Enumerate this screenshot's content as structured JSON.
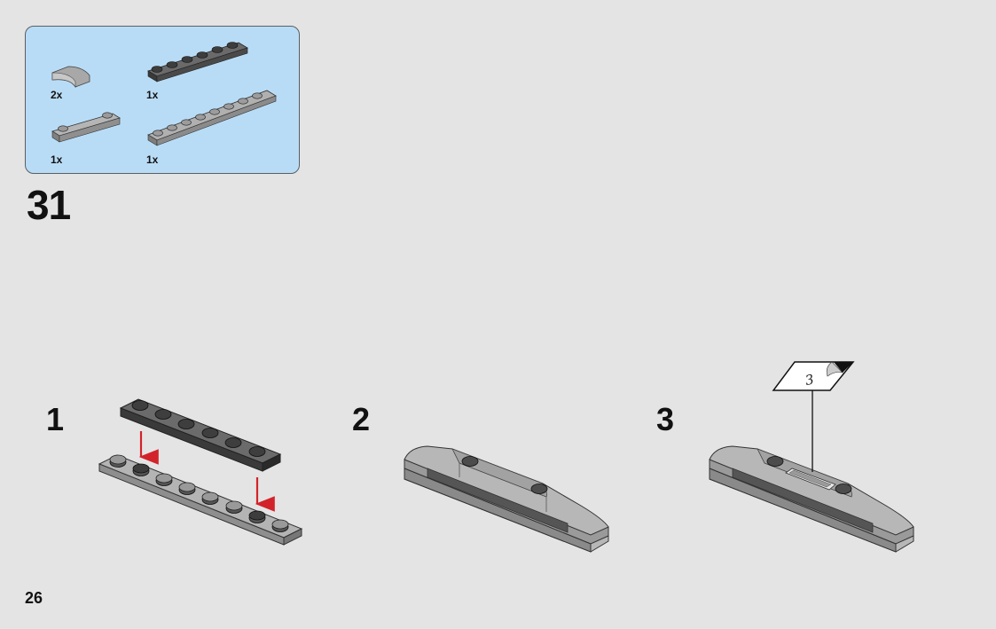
{
  "parts_callout": {
    "items": [
      {
        "qty": "2x",
        "part": "curved-slope-1x2"
      },
      {
        "qty": "1x",
        "part": "plate-1x6-dark-gray"
      },
      {
        "qty": "1x",
        "part": "tile-1x4-with-2-studs"
      },
      {
        "qty": "1x",
        "part": "plate-1x8-light-gray"
      }
    ]
  },
  "step": {
    "number": "31",
    "substeps": [
      {
        "label": "1"
      },
      {
        "label": "2"
      },
      {
        "label": "3",
        "sticker_label": "3"
      }
    ]
  },
  "page_number": "26",
  "colors": {
    "background": "#e4e4e4",
    "callout_bg": "#b9dcf6",
    "light_gray": "#a9a9a9",
    "dark_gray": "#5b5b5b",
    "arrow_red": "#d2232a"
  }
}
